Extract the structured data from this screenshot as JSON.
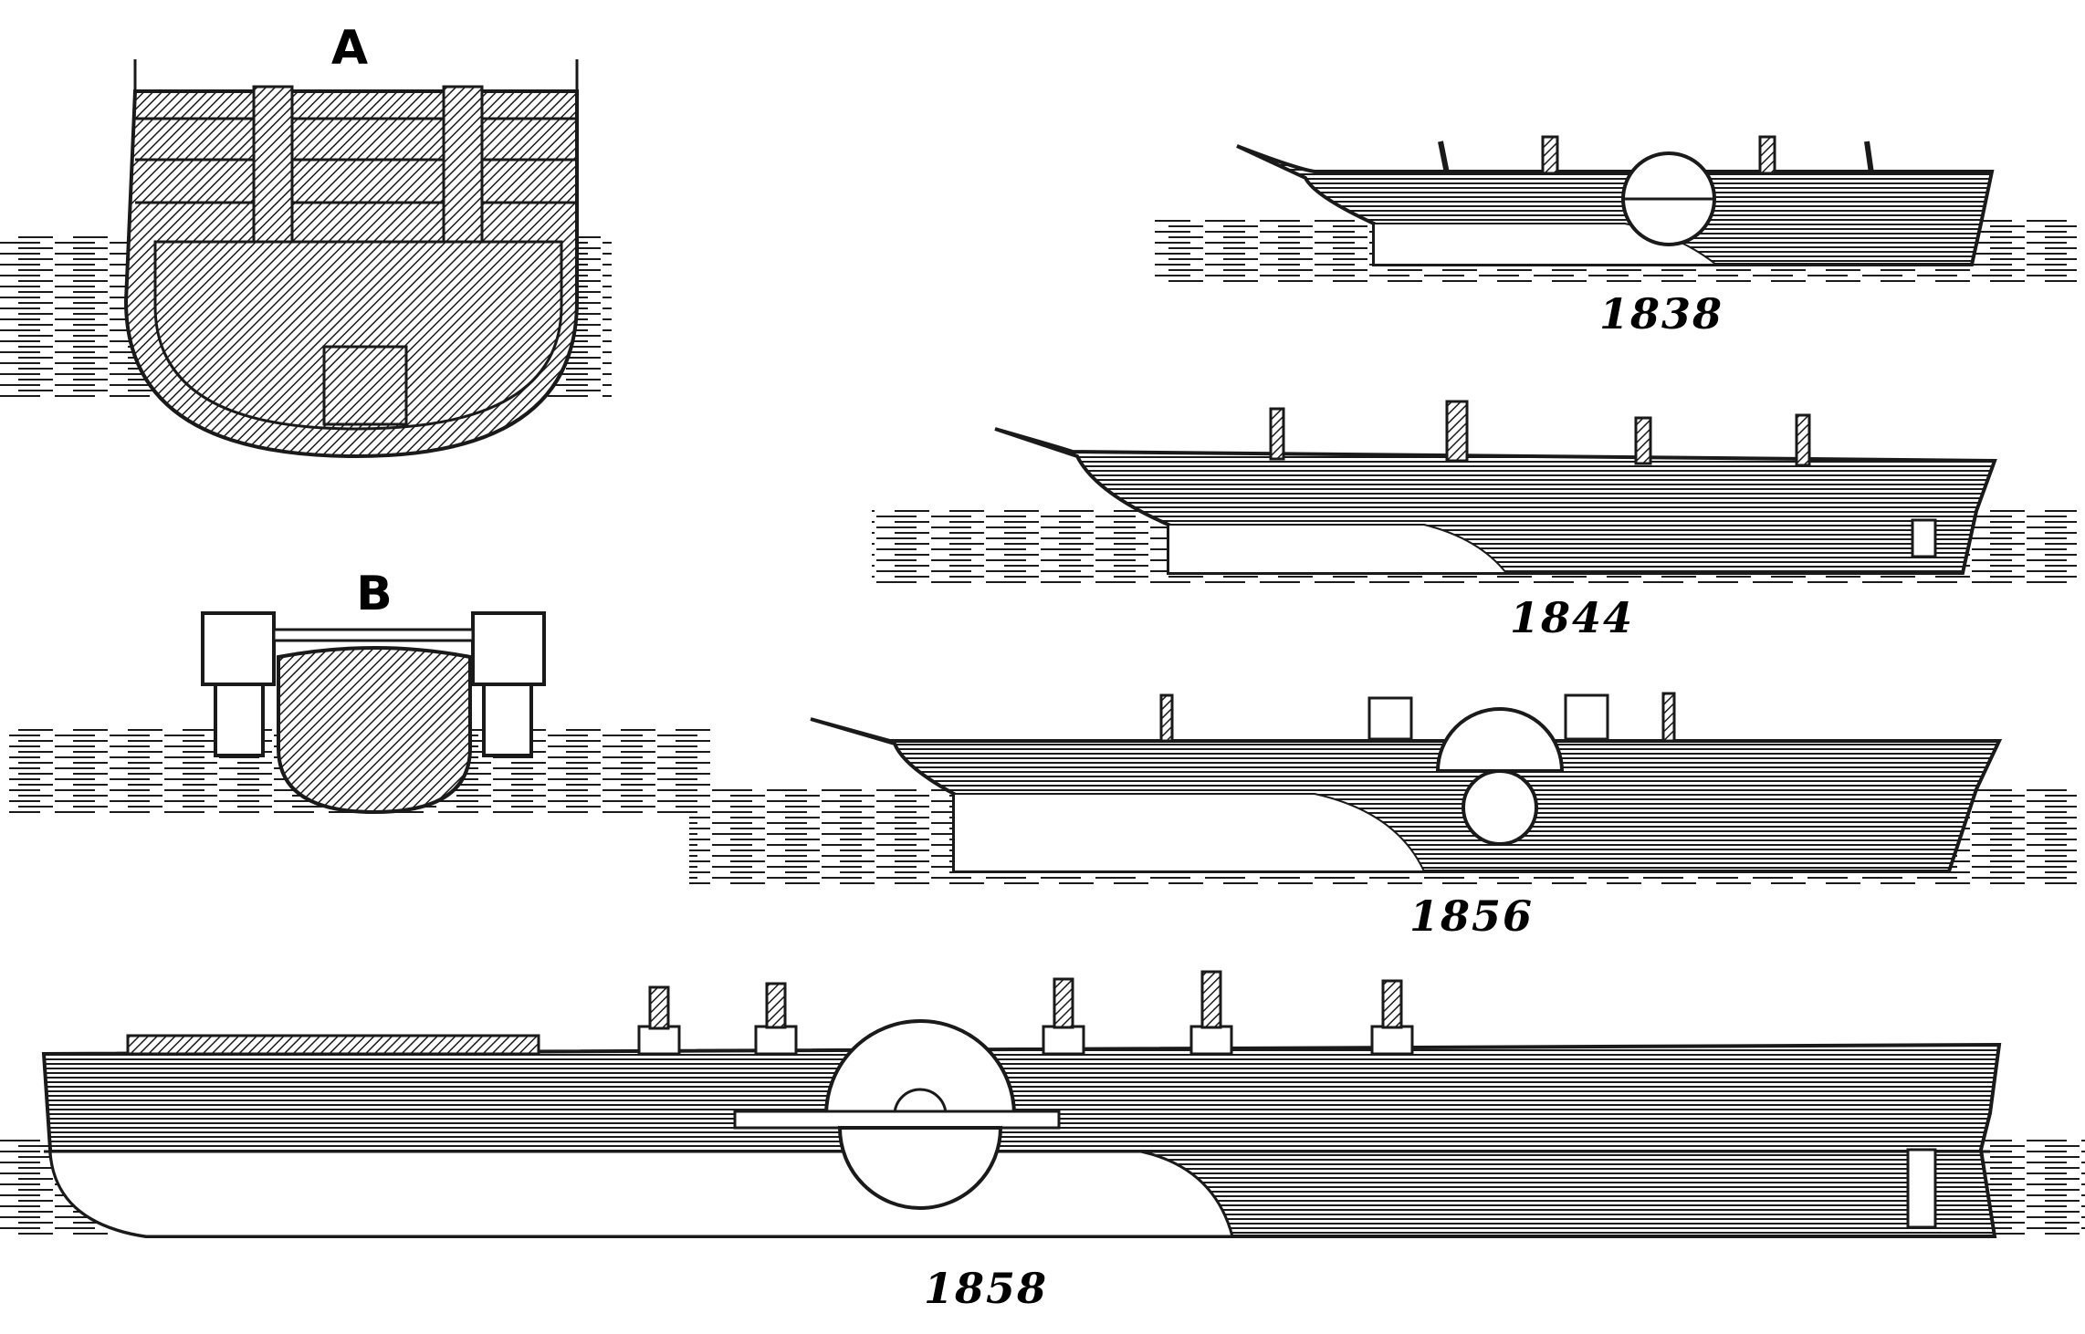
{
  "figure": {
    "section_labels": {
      "a": "A",
      "b": "B"
    },
    "years": {
      "y1838": "1838",
      "y1844": "1844",
      "y1856": "1856",
      "y1858": "1858"
    },
    "colors": {
      "ink": "#1a1a1a",
      "paper": "#ffffff"
    }
  }
}
